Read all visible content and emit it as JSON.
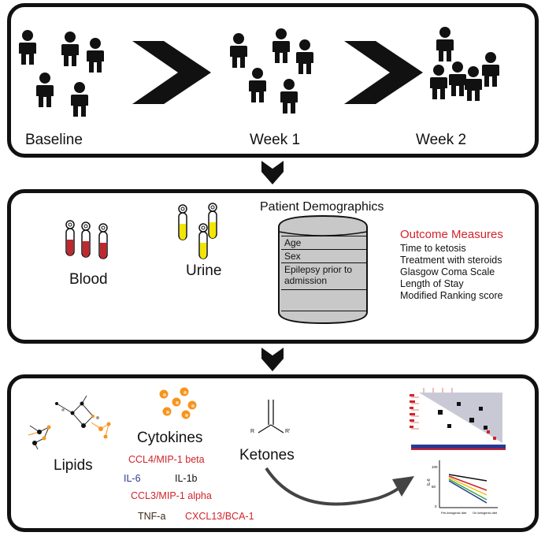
{
  "timeline": {
    "labels": [
      "Baseline",
      "Week 1",
      "Week 2"
    ]
  },
  "demographics": {
    "title": "Patient Demographics",
    "blood_label": "Blood",
    "urine_label": "Urine",
    "table_rows": [
      "Age",
      "Sex",
      "Epilepsy prior to admission"
    ]
  },
  "outcomes": {
    "title": "Outcome Measures",
    "items": [
      "Time to ketosis",
      "Treatment with steroids",
      "Glasgow Coma Scale",
      "Length of Stay",
      "Modified Ranking score"
    ]
  },
  "analysis": {
    "lipids_label": "Lipids",
    "cytokines_label": "Cytokines",
    "ketones_label": "Ketones",
    "ketone_r1": "R",
    "ketone_r2": "R'",
    "cytokines": [
      "CCL4/MIP-1 beta",
      "IL-6",
      "IL-1b",
      "CCL3/MIP-1 alpha",
      "TNF-a",
      "CXCL13/BCA-1"
    ],
    "mini_chart": {
      "ylabel": "IL-6",
      "x_labels": [
        "Pre-ketogenic diet",
        "On ketogenic diet"
      ],
      "y_ticks": [
        "0",
        "50",
        "100"
      ]
    }
  },
  "colors": {
    "red_text": "#d2232a",
    "blue_text": "#2b3990",
    "blood": "#c1272d",
    "urine": "#f2e600",
    "cytokine_orange": "#f7941d"
  }
}
